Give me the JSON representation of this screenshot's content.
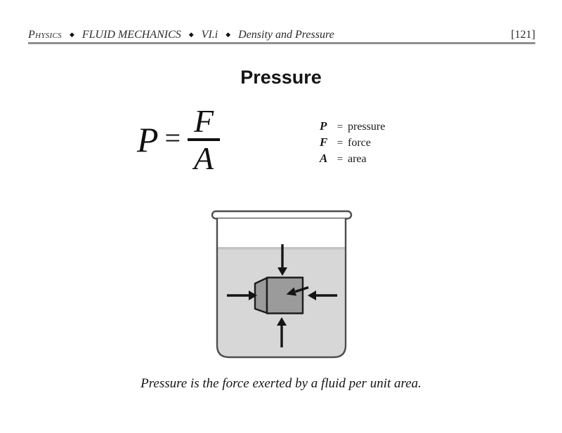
{
  "header": {
    "subject": "Physics",
    "separator": "◆",
    "course": "FLUID MECHANICS",
    "section": "VI.i",
    "topic": "Density and Pressure",
    "page_number": "[121]"
  },
  "title": "Pressure",
  "formula": {
    "lhs": "P",
    "equals": "=",
    "numerator": "F",
    "denominator": "A"
  },
  "legend": [
    {
      "symbol": "P",
      "eq": "=",
      "definition": "pressure"
    },
    {
      "symbol": "F",
      "eq": "=",
      "definition": "force"
    },
    {
      "symbol": "A",
      "eq": "=",
      "definition": "area"
    }
  ],
  "caption": "Pressure is the force exerted by a fluid per unit area.",
  "diagram": {
    "name": "submerged-object-in-beaker",
    "colors": {
      "fluid": "#d7d7d7",
      "fluid_surface": "#c4c4c4",
      "object_face": "#9b9b9b",
      "beaker_outline": "#4d4d4d",
      "object_outline": "#1c1c1c",
      "arrow": "#141414",
      "rule": "#8f8f8f"
    }
  }
}
